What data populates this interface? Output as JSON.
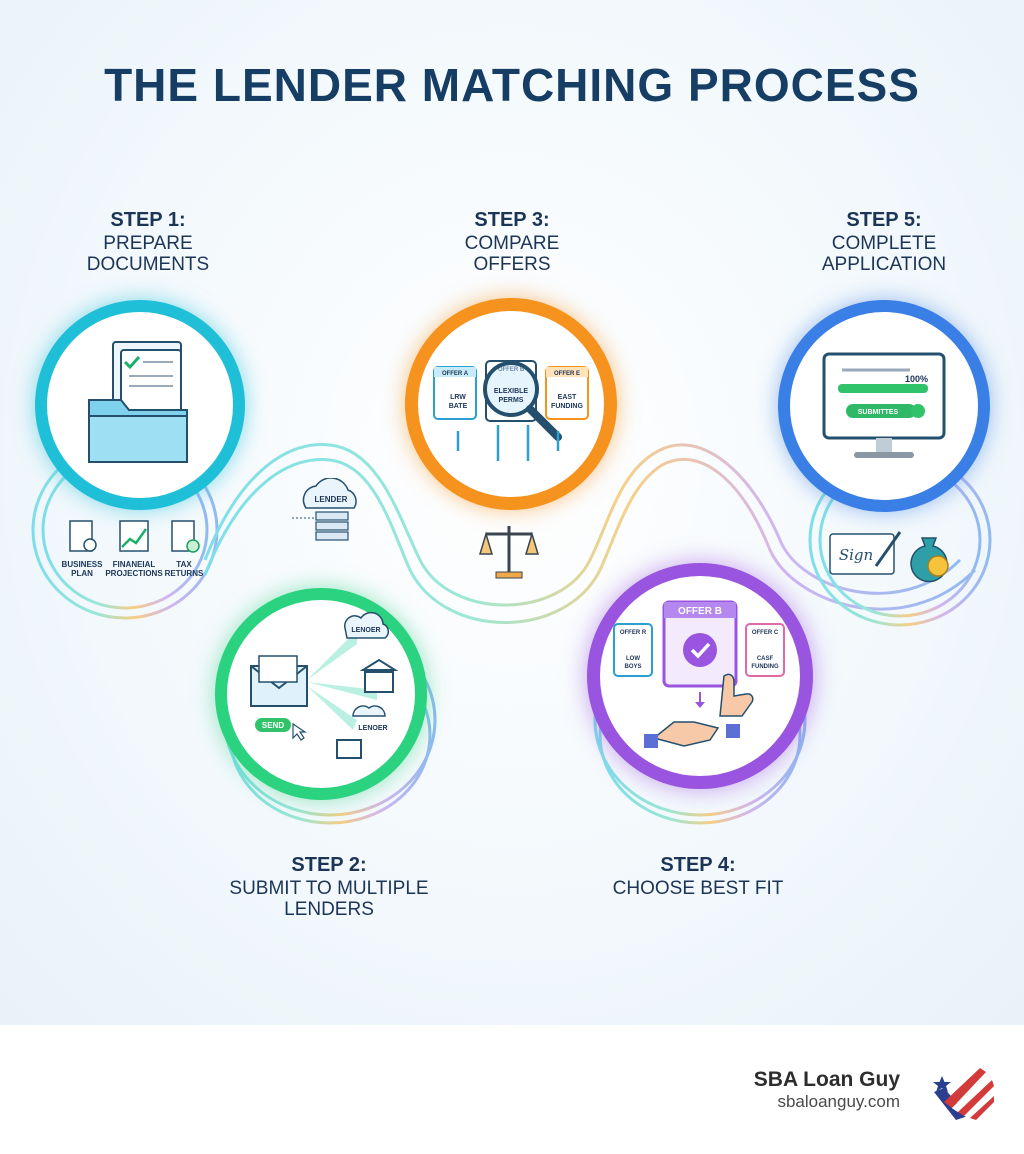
{
  "title": "THE LENDER MATCHING PROCESS",
  "steps": [
    {
      "number": "STEP 1:",
      "line1": "PREPARE",
      "line2": "DOCUMENTS"
    },
    {
      "number": "STEP 2:",
      "line1": "SUBMIT TO MULTIPLE",
      "line2": "LENDERS"
    },
    {
      "number": "STEP 3:",
      "line1": "COMPARE",
      "line2": "OFFERS"
    },
    {
      "number": "STEP 4:",
      "line1": "CHOOSE BEST FIT",
      "line2": ""
    },
    {
      "number": "STEP 5:",
      "line1": "COMPLETE",
      "line2": "APPLICATION"
    }
  ],
  "icons": {
    "step1": {
      "doc1": "BUSINESS",
      "doc1b": "PLAN",
      "doc2": "FINANEIAL",
      "doc2b": "PROJECTIONS",
      "doc3": "TAX",
      "doc3b": "RETURNS"
    },
    "connector1": {
      "server": "LENDER"
    },
    "step2": {
      "lender_top": "LENOER",
      "send": "SEND",
      "lender_bottom": "LENOER"
    },
    "step3": {
      "offer_a": "OFFER A",
      "offer_a_text": "LRW",
      "offer_a_text2": "BATE",
      "offer_b": "OFFER B",
      "offer_b_text": "ELEXIBLE",
      "offer_b_text2": "PERMS",
      "offer_c": "OFFER E",
      "offer_c_text": "EAST",
      "offer_c_text2": "FUNDING"
    },
    "step4": {
      "offer_left": "OFFER R",
      "offer_left_text": "LOW",
      "offer_left_text2": "BOYS",
      "offer_main": "OFFER B",
      "offer_right": "OFFER C",
      "offer_right_text": "CASF",
      "offer_right_text2": "FUNDING"
    },
    "step5": {
      "progress": "100%",
      "status": "SUBMITTES"
    },
    "sign": "Sign"
  },
  "colors": {
    "step1": "#1fbfd8",
    "step2": "#2bd27f",
    "step3": "#f5931e",
    "step4": "#9a55e0",
    "step5": "#3a7fe6",
    "title": "#163d63"
  },
  "footer": {
    "brand": "SBA Loan Guy",
    "url": "sbaloanguy.com"
  }
}
